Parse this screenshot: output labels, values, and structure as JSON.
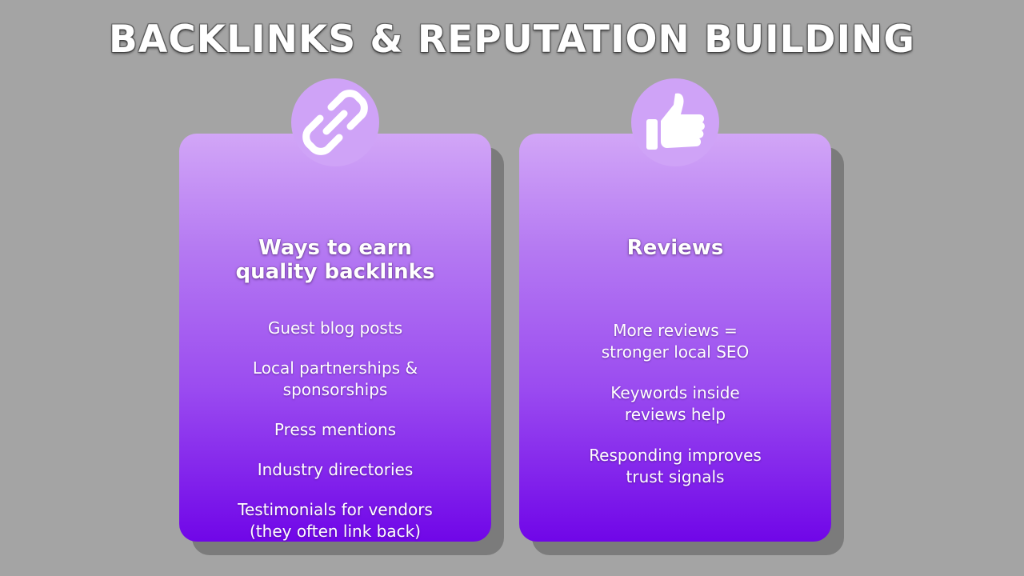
{
  "title": "BACKLINKS & REPUTATION BUILDING",
  "colors": {
    "background": "#a4a4a4",
    "card_top": "#d2a6f7",
    "card_bottom": "#7006e8",
    "badge": "#cfa3f7",
    "shadow": "#7b7b7b"
  },
  "cards": [
    {
      "icon": "link-icon",
      "title_lines": [
        "Ways to earn",
        "quality backlinks"
      ],
      "items": [
        [
          "Guest blog posts"
        ],
        [
          "Local partnerships &",
          "sponsorships"
        ],
        [
          "Press mentions"
        ],
        [
          "Industry directories"
        ],
        [
          "Testimonials for vendors",
          "(they often link back)"
        ]
      ]
    },
    {
      "icon": "thumbs-up-icon",
      "title_lines": [
        "Reviews"
      ],
      "items": [
        [
          "More reviews =",
          "stronger local SEO"
        ],
        [
          "Keywords inside",
          "reviews help"
        ],
        [
          "Responding improves",
          "trust signals"
        ]
      ]
    }
  ]
}
